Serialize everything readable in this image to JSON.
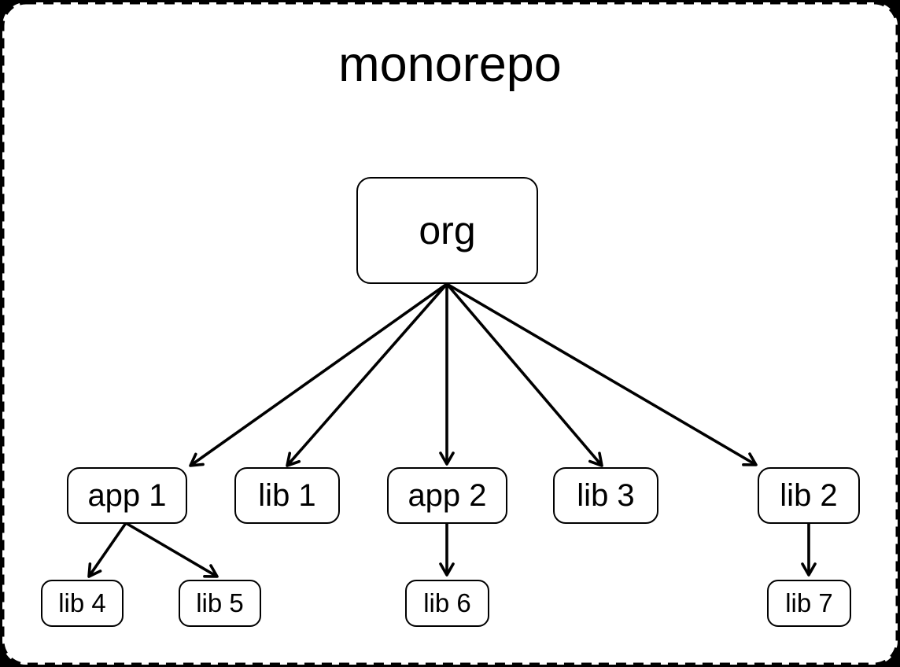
{
  "diagram": {
    "title": "monorepo",
    "type": "tree",
    "colors": {
      "canvas_outside": "#000000",
      "panel_background": "#ffffff",
      "panel_border": "#000000",
      "node_fill": "#ffffff",
      "node_stroke": "#000000",
      "edge_stroke": "#000000",
      "text": "#000000"
    },
    "nodes": {
      "org": {
        "label": "org"
      },
      "app1": {
        "label": "app 1"
      },
      "lib1": {
        "label": "lib 1"
      },
      "app2": {
        "label": "app 2"
      },
      "lib3": {
        "label": "lib 3"
      },
      "lib2": {
        "label": "lib 2"
      },
      "lib4": {
        "label": "lib 4"
      },
      "lib5": {
        "label": "lib 5"
      },
      "lib6": {
        "label": "lib 6"
      },
      "lib7": {
        "label": "lib 7"
      }
    },
    "edges": [
      {
        "from": "org",
        "to": "app1"
      },
      {
        "from": "org",
        "to": "lib1"
      },
      {
        "from": "org",
        "to": "app2"
      },
      {
        "from": "org",
        "to": "lib3"
      },
      {
        "from": "org",
        "to": "lib2"
      },
      {
        "from": "app1",
        "to": "lib4"
      },
      {
        "from": "app1",
        "to": "lib5"
      },
      {
        "from": "app2",
        "to": "lib6"
      },
      {
        "from": "lib2",
        "to": "lib7"
      }
    ]
  }
}
